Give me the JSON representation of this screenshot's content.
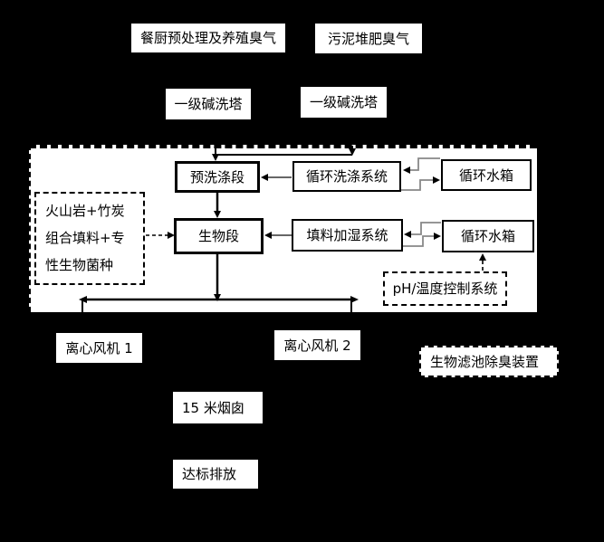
{
  "colors": {
    "background": "#000000",
    "box_fill": "#ffffff",
    "text": "#000000",
    "flow_line": "#000000",
    "connector_line": "#777777"
  },
  "boxes": {
    "kitchen_odor": {
      "label": "餐厨预处理及养殖臭气"
    },
    "sludge_odor": {
      "label": "污泥堆肥臭气"
    },
    "alkali_tower_left": {
      "label": "一级碱洗塔"
    },
    "alkali_tower_right": {
      "label": "一级碱洗塔"
    },
    "prewash_section": {
      "label": "预洗涤段"
    },
    "circulating_wash_system": {
      "label": "循环洗涤系统"
    },
    "circulating_tank_top": {
      "label": "循环水箱"
    },
    "bio_section": {
      "label": "生物段"
    },
    "packing_humidify_system": {
      "label": "填料加湿系统"
    },
    "circulating_tank_bottom": {
      "label": "循环水箱"
    },
    "media_note": {
      "label": "火山岩+竹炭组合填料+专性生物菌种"
    },
    "ph_temp_control": {
      "label": "pH/温度控制系统"
    },
    "fan_1": {
      "label": "离心风机 1"
    },
    "fan_2": {
      "label": "离心风机 2"
    },
    "biofilter_device": {
      "label": "生物滤池除臭装置"
    },
    "stack": {
      "label": "15 米烟囱"
    },
    "discharge": {
      "label": "达标排放"
    }
  }
}
